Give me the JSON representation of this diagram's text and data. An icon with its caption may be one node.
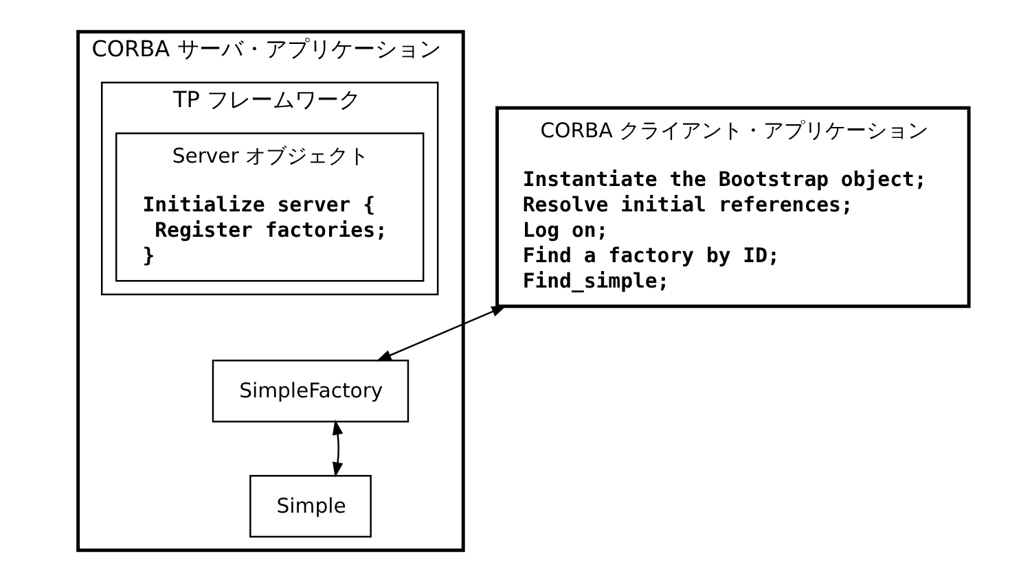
{
  "diagram": {
    "nodes": [
      {
        "text": [
          "CORBA サーバ・アプリケーション"
        ]
      },
      {
        "text": [
          "TP フレームワーク"
        ],
        "in": 0
      },
      {
        "text": [
          "Server オブジェクト",
          "Initialize server {",
          " Register factories;",
          "}"
        ],
        "in": 1
      },
      {
        "text": [
          "SimpleFactory"
        ],
        "in": 0
      },
      {
        "text": [
          "Simple"
        ],
        "in": 0
      },
      {
        "text": [
          "CORBA クライアント・アプリケーション",
          "Instantiate the Bootstrap object;",
          "Resolve initial references;",
          "Log on;",
          "Find a factory by ID;",
          "Find_simple;"
        ]
      }
    ],
    "edges": [
      {
        "from": 5,
        "to": 3,
        "arrow": "both"
      },
      {
        "from": 3,
        "to": 4,
        "arrow": "both"
      }
    ]
  }
}
